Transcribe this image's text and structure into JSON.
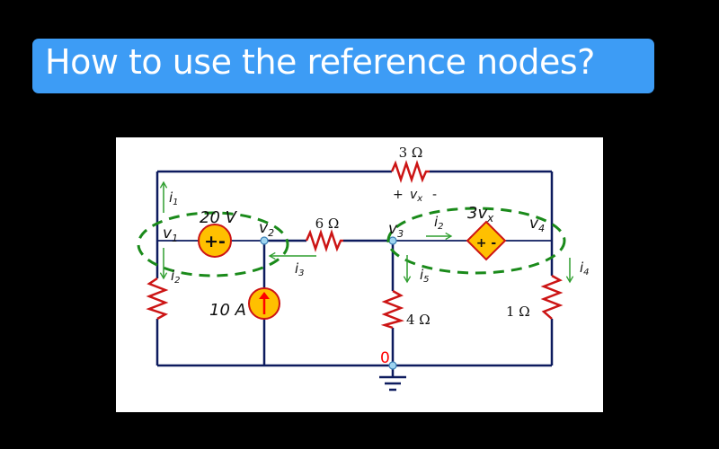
{
  "title": "How to use the reference nodes?",
  "colors": {
    "banner": "#3d9cf5",
    "wire": "#0d1b5e",
    "resistor": "#cc1414",
    "source_fill": "#ffc000",
    "supernode_dash": "#1a8a1a",
    "current_arrow": "#2f9e2f",
    "reference_label": "#ff0000",
    "node_dot": "#9fd4f0"
  },
  "circuit": {
    "nodes": {
      "v1": "v",
      "v1_sub": "1",
      "v2": "v",
      "v2_sub": "2",
      "v3": "v",
      "v3_sub": "3",
      "v4": "v",
      "v4_sub": "4",
      "reference": "0"
    },
    "components": {
      "r_top": "3 Ω",
      "r_mid": "6 Ω",
      "r_4": "4 Ω",
      "r_1": "1 Ω",
      "vsource": "20 V",
      "vsource_polarity": "+-",
      "isource": "10 A",
      "dep_source": "3v",
      "dep_source_sub": "x",
      "dep_polarity": "+ -",
      "vx_plus": "+",
      "vx": "v",
      "vx_sub": "x",
      "vx_minus": "-"
    },
    "currents": {
      "i1": "i",
      "i1_sub": "1",
      "i2a": "i",
      "i2a_sub": "2",
      "i2b": "i",
      "i2b_sub": "2",
      "i3": "i",
      "i3_sub": "3",
      "i4": "i",
      "i4_sub": "4",
      "i5": "i",
      "i5_sub": "5"
    }
  }
}
